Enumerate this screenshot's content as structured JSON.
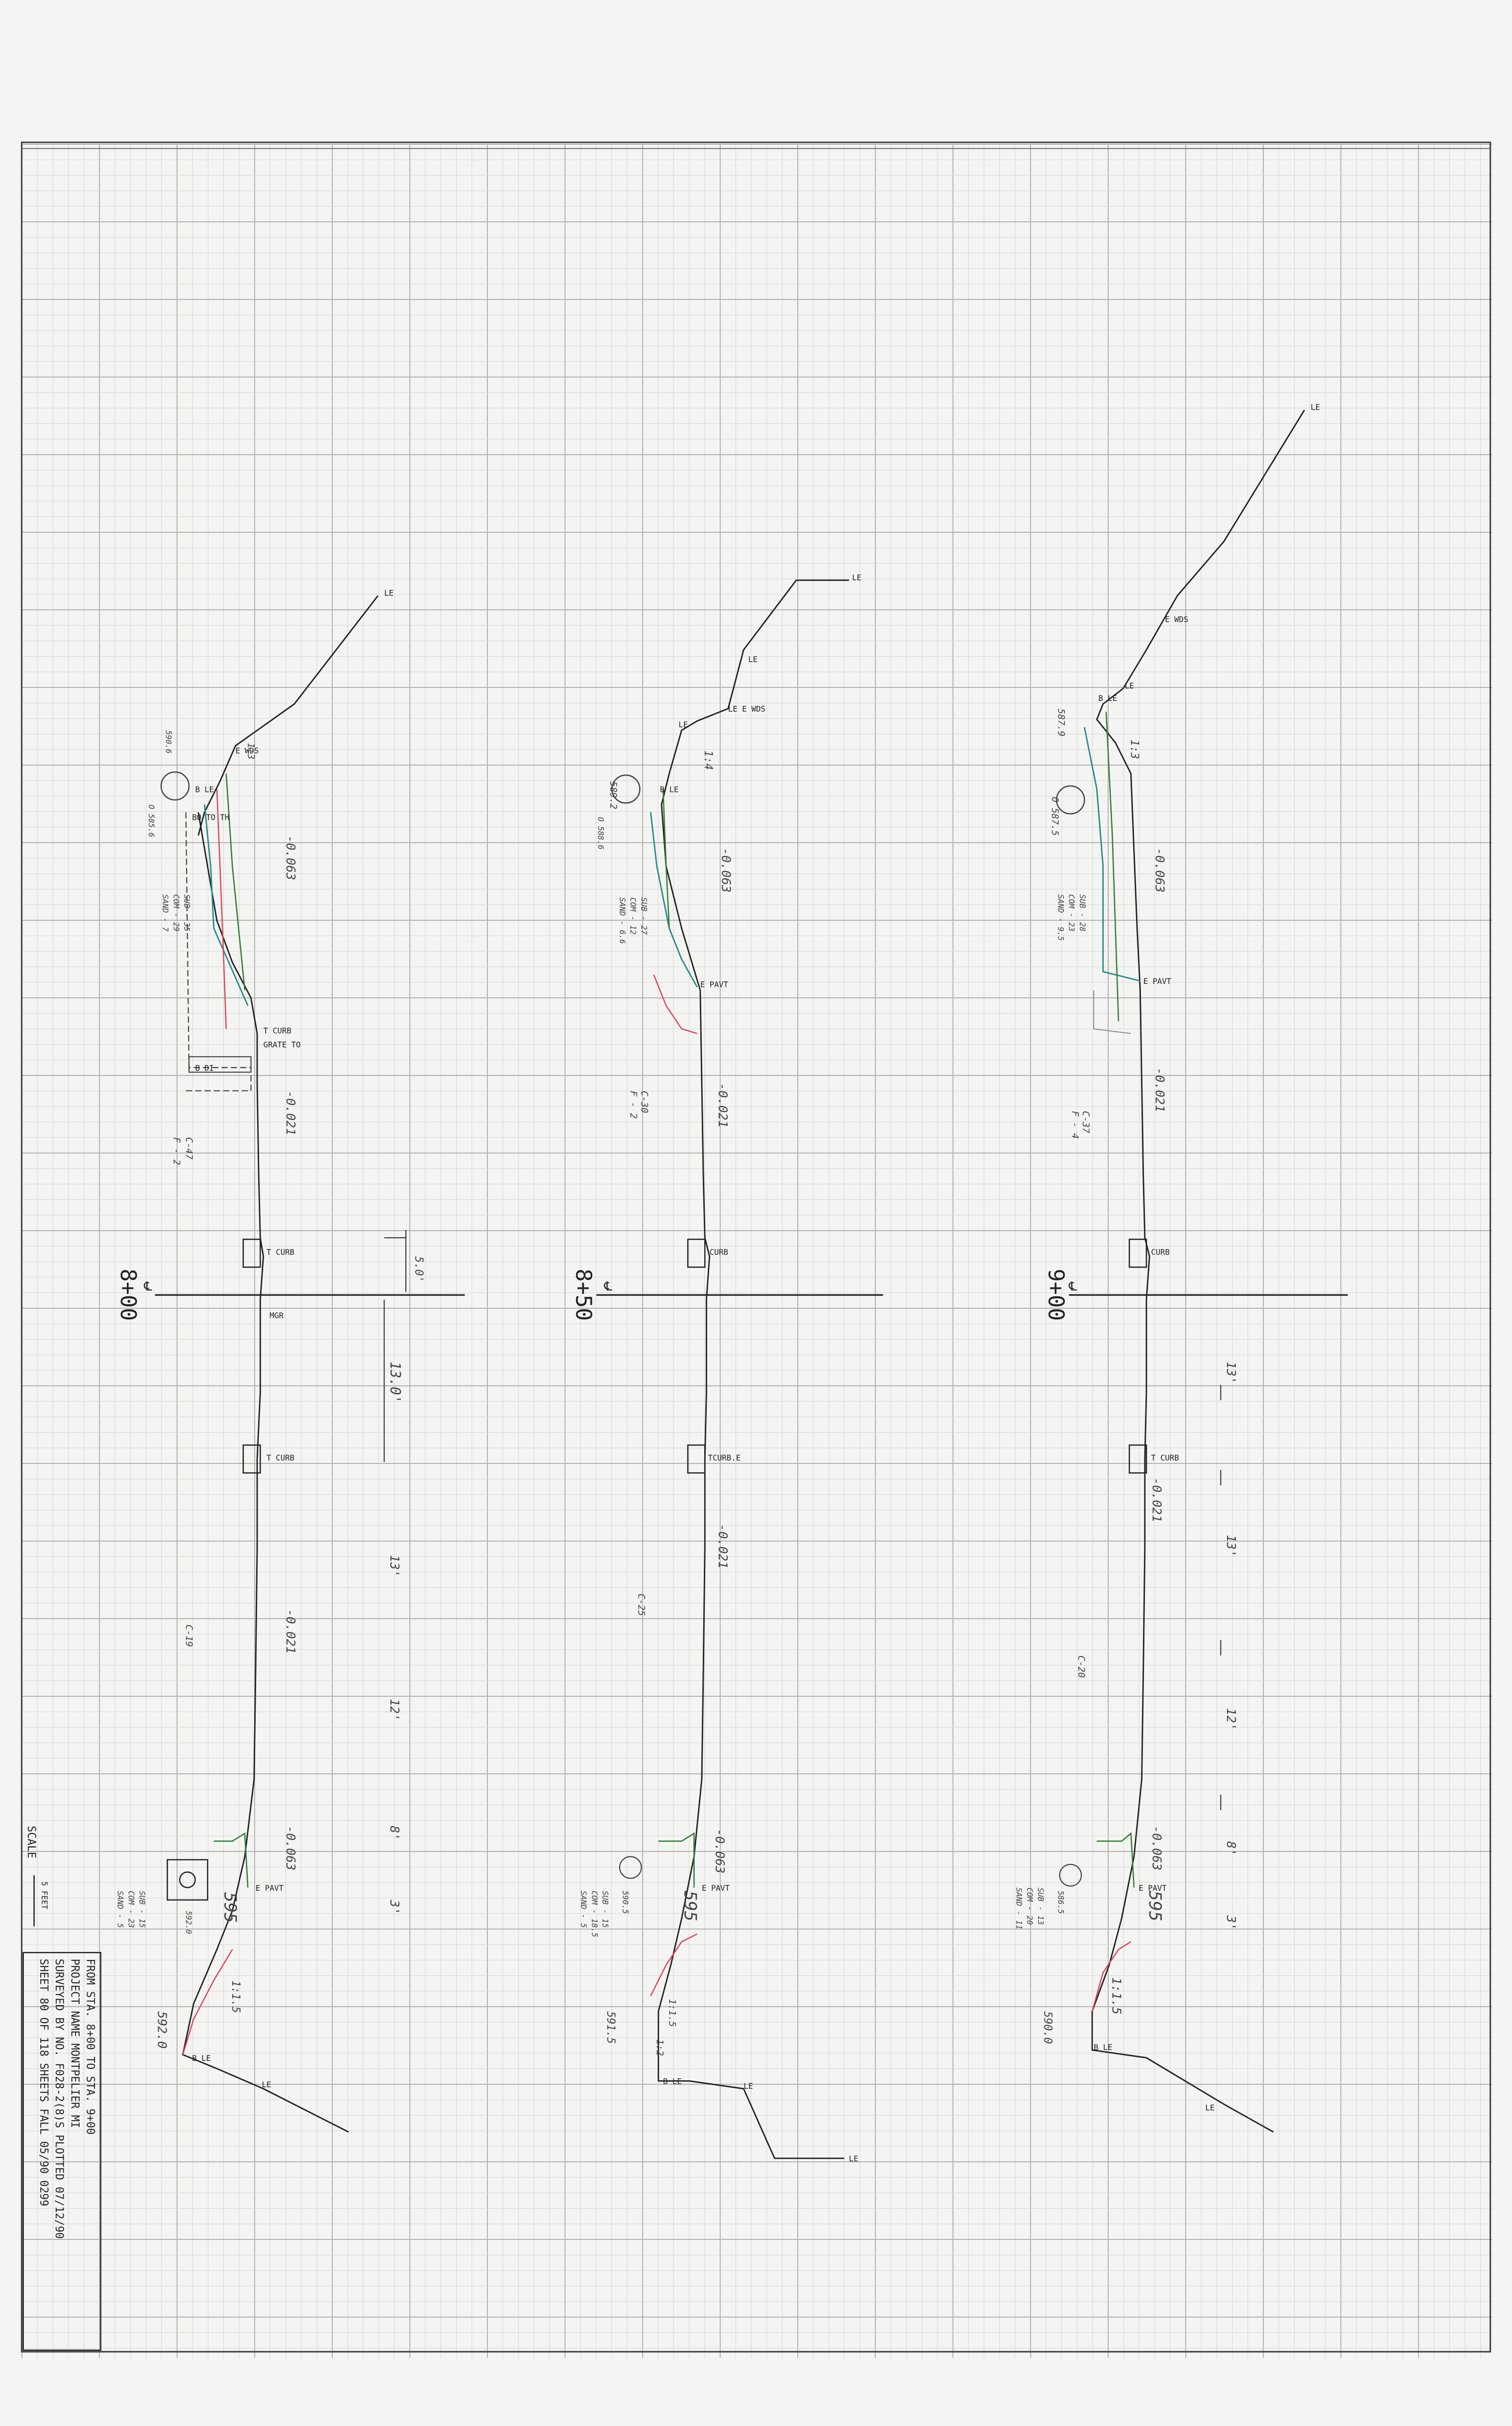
{
  "colors": {
    "paper": "#f4f4f2",
    "grid_minor": "#d6d6d2",
    "grid_major": "#b4b4ae",
    "ink": "#222222",
    "teal": "#2a8a8a",
    "red": "#d9475a",
    "green": "#2e7d32",
    "pencil": "#555555"
  },
  "scale": {
    "label": "SCALE",
    "unit": "5 FEET"
  },
  "title_block": {
    "row1": "FROM STA.  8+00           TO STA.   9+00",
    "row2": "PROJECT NAME  MONTPELIER MI",
    "row3": "SURVEYED BY  NO. F028-2(8)S    PLOTTED 07/12/90",
    "row4": "SHEET  80  OF 118 SHEETS    FALL    05/90  0299"
  },
  "sections": [
    {
      "station": "8+00",
      "labels": {
        "le_top": "LE",
        "wds": "E WDS",
        "ble": "B LE",
        "bottom_th": "BO TO TH",
        "tcurb1": "T CURB",
        "grate": "GRATE TO",
        "bdi": "B DI",
        "tcurb2": "T CURB",
        "mgr": "MGR",
        "tcurb3": "T CURB",
        "epavt": "E PAVT",
        "ble_bot": "B LE",
        "le_bot": "LE"
      },
      "handwritten": {
        "slope_top": "1:3",
        "elev_top": "590.6",
        "elev_left": "O 585.6",
        "sub": "SUB - 35",
        "com": "COM - 29",
        "sand": "SAND - 7",
        "grade1": "-0.063",
        "grade2": "-0.021",
        "cf": "C-47",
        "cf2": "F - 2",
        "grade3": "-0.021",
        "c19": "C-19",
        "grade4": "-0.063",
        "d1": "5.0'",
        "d2": "13.0'",
        "d3": "13'",
        "d4": "12'",
        "d5": "8'",
        "d6": "3'",
        "sub_b": "SUB - 15",
        "com_b": "COM - 23",
        "sand_b": "SAND - 5",
        "elev_b": "592.0",
        "elev_b2": "592.0",
        "slope_b": "1:1.5",
        "num595": "595"
      }
    },
    {
      "station": "8+50",
      "labels": {
        "le_top": "LE",
        "le2": "LE",
        "le_wds": "LE E WDS",
        "le3": "LE",
        "ble": "B LE",
        "epavt": "E PAVT",
        "tcurb1": "CURB",
        "tcurb2": "TCURB.E",
        "epavt_b": "E PAVT",
        "ble_bot": "B LE",
        "le_bot": "LE",
        "le_bot2": "LE"
      },
      "handwritten": {
        "slope_top": "1:4",
        "elev_top": "589.2",
        "elev_left": "O 588.6",
        "sub": "SUB - 27",
        "com": "COM - 12",
        "sand": "SAND - 6.6",
        "grade1": "-0.063",
        "grade2": "-0.021",
        "cf": "C-30",
        "cf2": "F - 2",
        "grade3": "-0.021",
        "c25": "C-25",
        "grade4": "-0.063",
        "sub_b": "SUB - 15",
        "com_b": "COM - 18.5",
        "sand_b": "SAND - 5",
        "elev_b": "590.5",
        "elev_b2": "591.5",
        "slope_b": "1:1.5",
        "slope_b2": "1:2",
        "num595": "595"
      }
    },
    {
      "station": "9+00",
      "labels": {
        "le_top": "LE",
        "wds": "E WDS",
        "le2": "LE",
        "ble": "B LE",
        "epavt": "E PAVT",
        "tcurb1": "CURB",
        "tcurb2": "T CURB",
        "epavt_b": "E PAVT",
        "ble_bot": "B LE",
        "le_bot": "LE"
      },
      "handwritten": {
        "slope_top": "1:3",
        "elev_top": "587.9",
        "elev_left": "O 587.5",
        "sub": "SUB - 28",
        "com": "COM - 23",
        "sand": "SAND - 9.5",
        "grade1": "-0.063",
        "grade2": "-0.021",
        "cf": "C-37",
        "cf2": "F - 4",
        "grade3": "-0.021",
        "c20": "C-20",
        "grade4": "-0.063",
        "d1": "13'",
        "d2": "13'",
        "d3": "12'",
        "d4": "8'",
        "d5": "3'",
        "sub_b": "SUB - 13",
        "com_b": "COM - 20",
        "sand_b": "SAND - 11",
        "elev_b": "586.5",
        "elev_b2": "590.0",
        "slope_b": "1:1.5",
        "num595": "595"
      }
    }
  ]
}
